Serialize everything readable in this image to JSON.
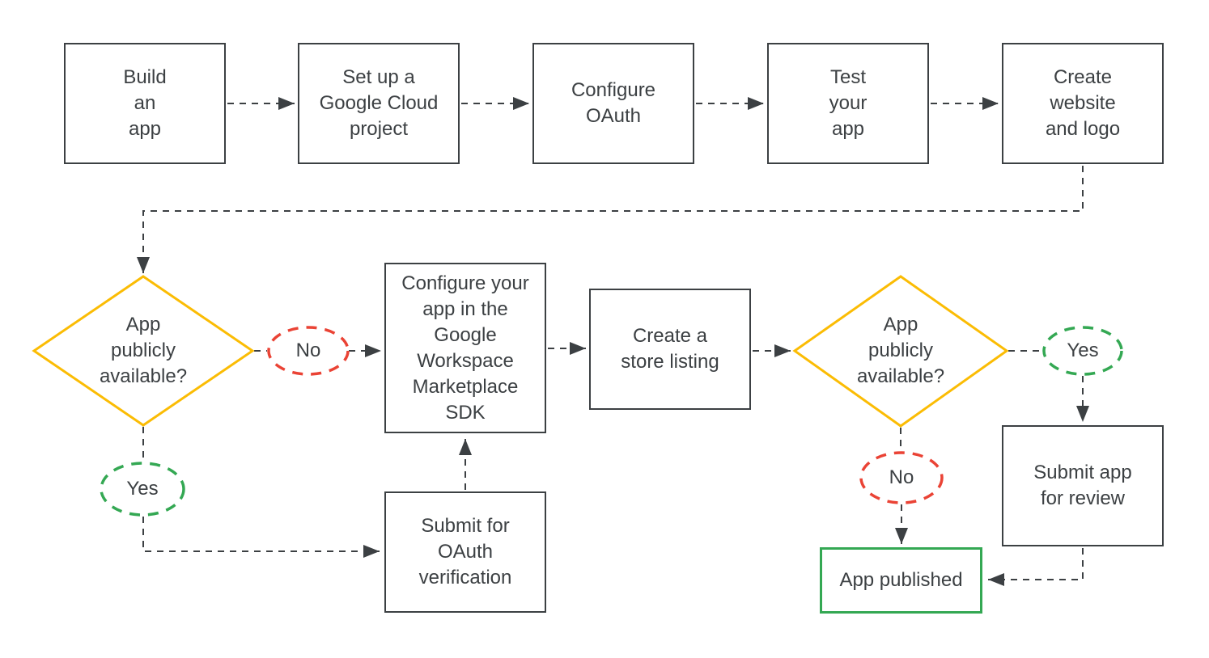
{
  "colors": {
    "ink": "#3c4043",
    "decision": "#fbbc04",
    "no": "#ea4335",
    "yes": "#34a853",
    "published": "#34a853",
    "bg": "#ffffff"
  },
  "nodes": {
    "build_app": {
      "type": "process",
      "label": "Build\nan\napp"
    },
    "setup_gcp": {
      "type": "process",
      "label": "Set up a\nGoogle Cloud\nproject"
    },
    "configure_oauth": {
      "type": "process",
      "label": "Configure\nOAuth"
    },
    "test_app": {
      "type": "process",
      "label": "Test\nyour\napp"
    },
    "create_website": {
      "type": "process",
      "label": "Create\nwebsite\nand logo"
    },
    "decision_public_1": {
      "type": "decision",
      "label": "App\npublicly\navailable?"
    },
    "no_1": {
      "type": "branch",
      "label": "No"
    },
    "yes_1": {
      "type": "branch",
      "label": "Yes"
    },
    "configure_sdk": {
      "type": "process",
      "label": "Configure your\napp in the\nGoogle\nWorkspace\nMarketplace\nSDK"
    },
    "store_listing": {
      "type": "process",
      "label": "Create a\nstore listing"
    },
    "decision_public_2": {
      "type": "decision",
      "label": "App\npublicly\navailable?"
    },
    "yes_2": {
      "type": "branch",
      "label": "Yes"
    },
    "no_2": {
      "type": "branch",
      "label": "No"
    },
    "submit_review": {
      "type": "process",
      "label": "Submit app\nfor review"
    },
    "submit_oauth": {
      "type": "process",
      "label": "Submit for\nOAuth\nverification"
    },
    "app_published": {
      "type": "terminal",
      "label": "App published"
    }
  },
  "edges": [
    {
      "from": "build_app",
      "to": "setup_gcp"
    },
    {
      "from": "setup_gcp",
      "to": "configure_oauth"
    },
    {
      "from": "configure_oauth",
      "to": "test_app"
    },
    {
      "from": "test_app",
      "to": "create_website"
    },
    {
      "from": "create_website",
      "to": "decision_public_1"
    },
    {
      "from": "decision_public_1",
      "to": "configure_sdk",
      "label": "No"
    },
    {
      "from": "decision_public_1",
      "to": "submit_oauth",
      "label": "Yes"
    },
    {
      "from": "submit_oauth",
      "to": "configure_sdk"
    },
    {
      "from": "configure_sdk",
      "to": "store_listing"
    },
    {
      "from": "store_listing",
      "to": "decision_public_2"
    },
    {
      "from": "decision_public_2",
      "to": "submit_review",
      "label": "Yes"
    },
    {
      "from": "decision_public_2",
      "to": "app_published",
      "label": "No"
    },
    {
      "from": "submit_review",
      "to": "app_published"
    }
  ]
}
